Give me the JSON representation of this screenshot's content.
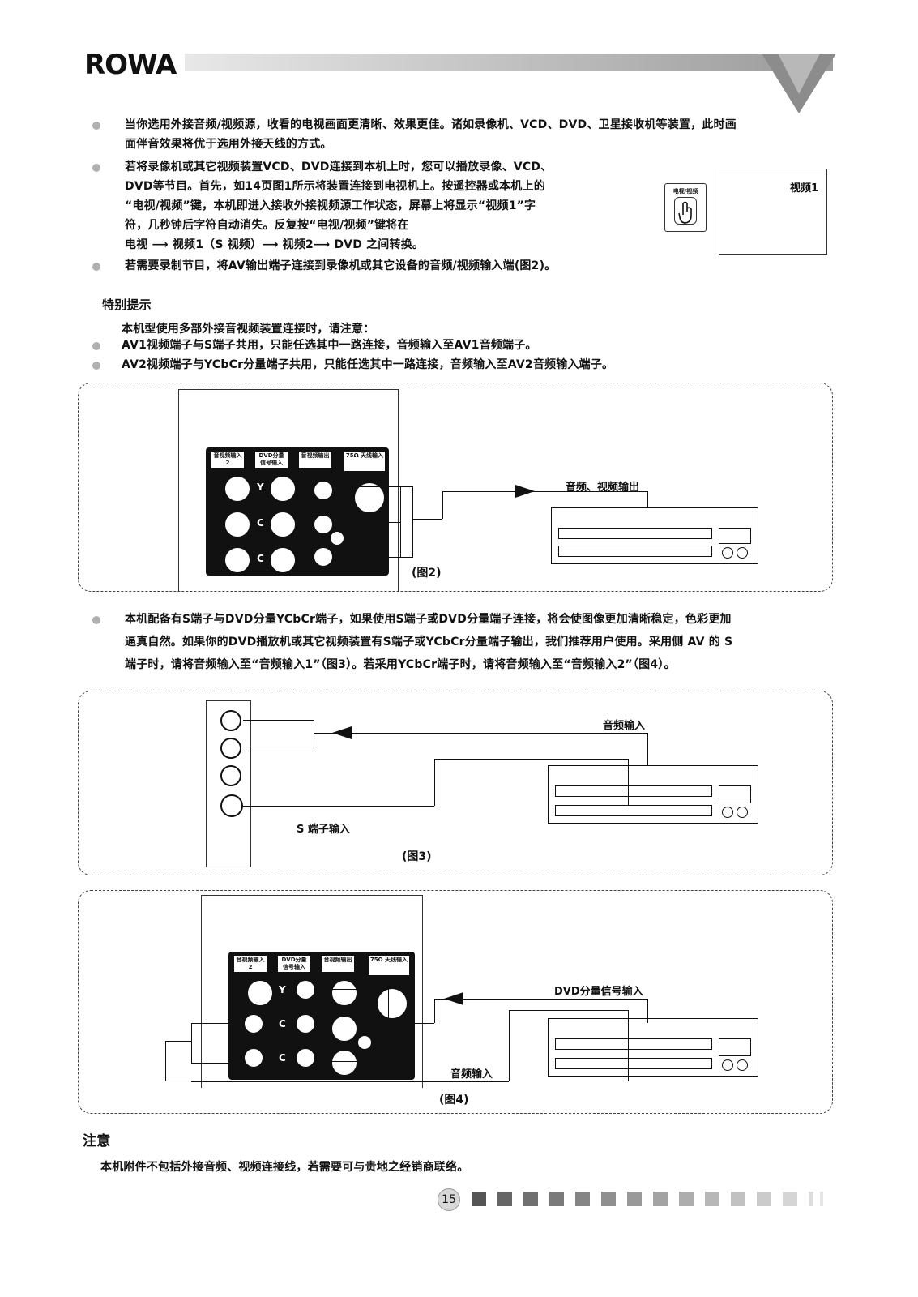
{
  "header": {
    "brand": "ROWA"
  },
  "intro": {
    "p1_line1": "当你选用外接音频/视频源，收看的电视画面更清晰、效果更佳。诸如录像机、VCD、DVD、卫星接收机等装置，此时画",
    "p1_line2": "面伴音效果将优于选用外接天线的方式。",
    "p2_line1": "若将录像机或其它视频装置VCD、DVD连接到本机上时，您可以播放录像、VCD、",
    "p2_line2": "DVD等节目。首先，如14页图1所示将装置连接到电视机上。按遥控器或本机上的",
    "p2_line3": "“电视/视频”键，本机即进入接收外接视频源工作状态，屏幕上将显示“视频1”字",
    "p2_line4": "符，几秒钟后字符自动消失。反复按“电视/视频”键将在",
    "p2_line5": "电视 ⟶ 视频1（S 视频）⟶ 视频2⟶ DVD 之间转换。",
    "p3": "若需要录制节目，将AV输出端子连接到录像机或其它设备的音频/视频输入端(图2)。",
    "button_label": "电视/视频",
    "screen_label": "视频1"
  },
  "tips": {
    "title": "特别提示",
    "lead": "本机型使用多部外接音视频装置连接时，请注意：",
    "item1": "AV1视频端子与S端子共用，只能任选其中一路连接，音频输入至AV1音频端子。",
    "item2": "AV2视频端子与YCbCr分量端子共用，只能任选其中一路连接，音频输入至AV2音频输入端子。"
  },
  "fig2": {
    "caption": "(图2)",
    "label_out": "音频、视频输出",
    "panel_h1": "音视频输入2",
    "panel_h2": "DVD分量信号输入",
    "panel_h3": "音视频输出",
    "panel_h4": "75Ω 天线输入"
  },
  "para_s": {
    "line1": "本机配备有S端子与DVD分量YCbCr端子，如果使用S端子或DVD分量端子连接，将会使图像更加清晰稳定，色彩更加",
    "line2": "逼真自然。如果你的DVD播放机或其它视频装置有S端子或YCbCr分量端子输出，我们推荐用户使用。采用侧 AV 的 S",
    "line3": "端子时，请将音频输入至“音频输入1”（图3）。若采用YCbCr端子时，请将音频输入至“音频输入2”（图4）。"
  },
  "fig3": {
    "caption": "(图3)",
    "label_audio": "音频输入",
    "label_s": "S 端子输入"
  },
  "fig4": {
    "caption": "(图4)",
    "label_dvd": "DVD分量信号输入",
    "label_audio": "音频输入",
    "panel_h1": "音视频输入2",
    "panel_h2": "DVD分量信号输入",
    "panel_h3": "音视频输出",
    "panel_h4": "75Ω 天线输入"
  },
  "note": {
    "title": "注意",
    "text": "本机附件不包括外接音频、视频连接线，若需要可与贵地之经销商联络。"
  },
  "footer": {
    "page_number": "15"
  }
}
